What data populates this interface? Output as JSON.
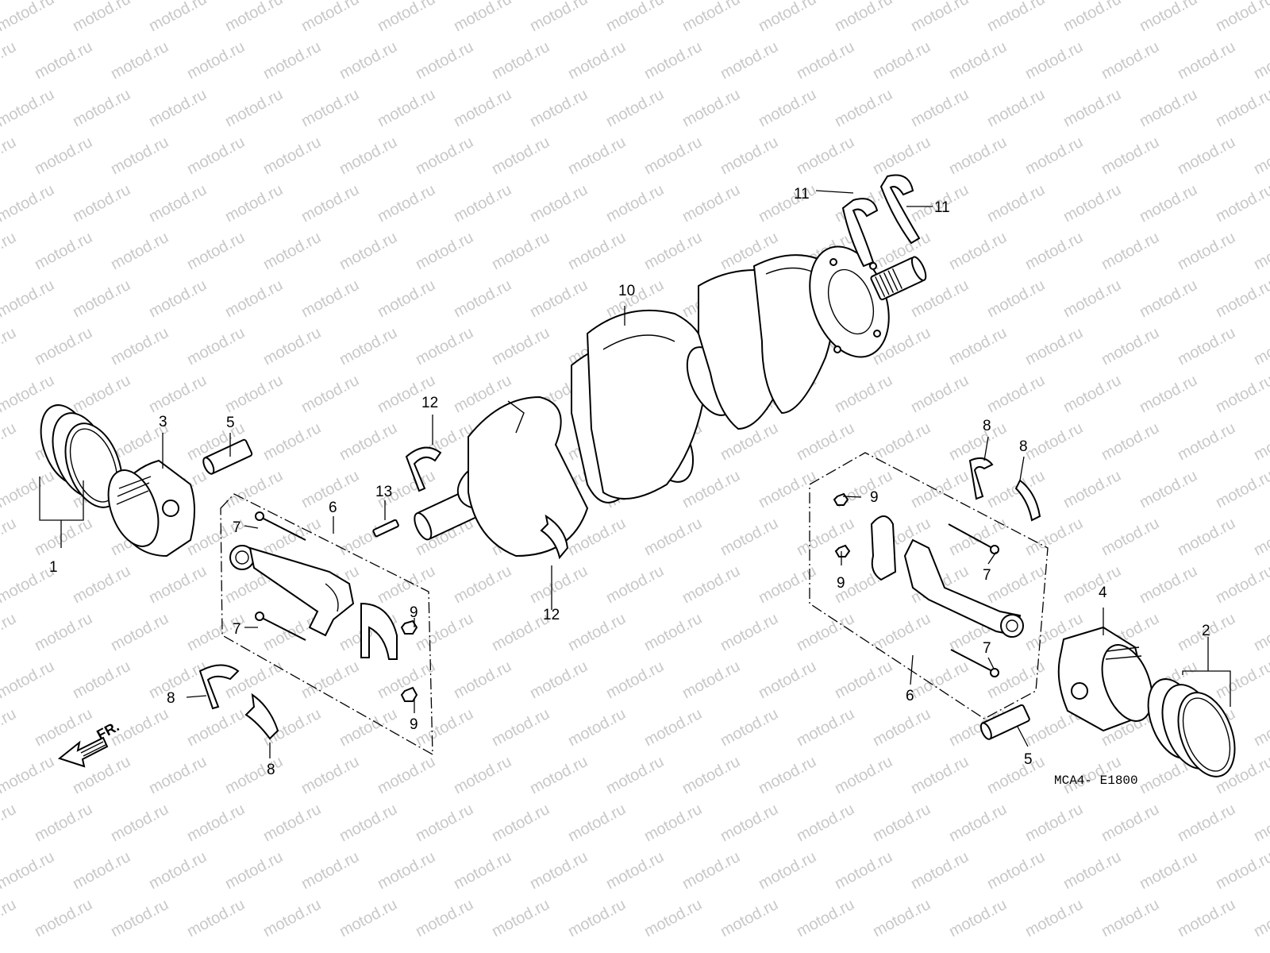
{
  "diagram": {
    "watermark": "motod.ru",
    "code": "MCA4- E1800",
    "direction_label": "FR.",
    "callouts": [
      {
        "id": "c1",
        "label": "1"
      },
      {
        "id": "c2",
        "label": "2"
      },
      {
        "id": "c3",
        "label": "3"
      },
      {
        "id": "c4",
        "label": "4"
      },
      {
        "id": "c5a",
        "label": "5"
      },
      {
        "id": "c5b",
        "label": "5"
      },
      {
        "id": "c6a",
        "label": "6"
      },
      {
        "id": "c6b",
        "label": "6"
      },
      {
        "id": "c7a",
        "label": "7"
      },
      {
        "id": "c7b",
        "label": "7"
      },
      {
        "id": "c7c",
        "label": "7"
      },
      {
        "id": "c7d",
        "label": "7"
      },
      {
        "id": "c8a",
        "label": "8"
      },
      {
        "id": "c8b",
        "label": "8"
      },
      {
        "id": "c8c",
        "label": "8"
      },
      {
        "id": "c8d",
        "label": "8"
      },
      {
        "id": "c9a",
        "label": "9"
      },
      {
        "id": "c9b",
        "label": "9"
      },
      {
        "id": "c9c",
        "label": "9"
      },
      {
        "id": "c9d",
        "label": "9"
      },
      {
        "id": "c10",
        "label": "10"
      },
      {
        "id": "c11a",
        "label": "11"
      },
      {
        "id": "c11b",
        "label": "11"
      },
      {
        "id": "c12a",
        "label": "12"
      },
      {
        "id": "c12b",
        "label": "12"
      },
      {
        "id": "c13",
        "label": "13"
      }
    ]
  }
}
